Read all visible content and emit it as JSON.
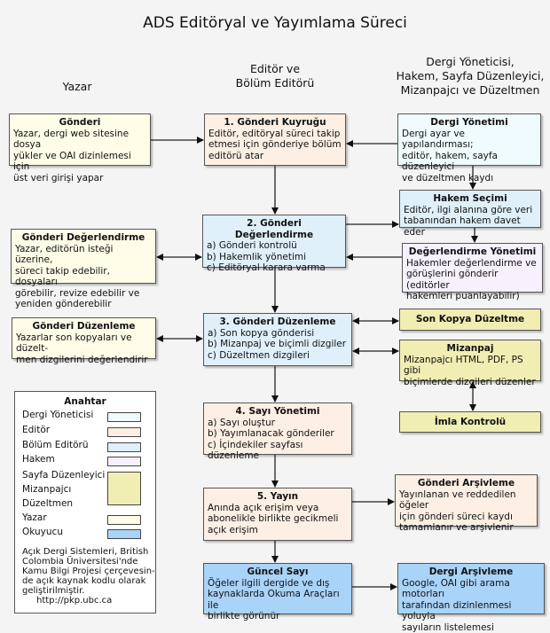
{
  "title": "ADS Editöryal ve Yayımlama Süreci",
  "columns": {
    "left": "Yazar",
    "middle": [
      "Editör ve",
      "Bölüm Editörü"
    ],
    "right": [
      "Dergi Yöneticisi,",
      "Hakem, Sayfa Düzenleyici,",
      "Mizanpajcı ve Düzeltmen"
    ]
  },
  "boxes": {
    "gonderi": {
      "title": "Gönderi",
      "lines": [
        "Yazar, dergi web sitesine dosya",
        "yükler ve OAI dizinlemesi için",
        "üst veri girişi yapar"
      ]
    },
    "kuyruk": {
      "title": "1. Gönderi Kuyruğu",
      "lines": [
        "Editör, editöryal süreci takip",
        "etmesi için gönderiye bölüm",
        "editörü atar"
      ]
    },
    "dergi_yonetimi": {
      "title": "Dergi Yönetimi",
      "lines": [
        "Dergi ayar ve yapılandırması;",
        "editör, hakem, sayfa düzenleyici",
        "ve düzeltmen kaydı"
      ]
    },
    "hakem_secimi": {
      "title": "Hakem Seçimi",
      "lines": [
        "Editör, ilgi alanına göre veri",
        "tabanından hakem davet eder"
      ]
    },
    "degerlendirme2": {
      "title": "2. Gönderi Değerlendirme",
      "lines": [
        "a) Gönderi kontrolü",
        "b) Hakemlik yönetimi",
        "c) Editöryal karara varma"
      ]
    },
    "yazar_degerlendirme": {
      "title": "Gönderi Değerlendirme",
      "lines": [
        "Yazar, editörün isteği üzerine,",
        "süreci takip edebilir, dosyaları",
        "görebilir, revize edebilir ve",
        "yeniden gönderebilir"
      ]
    },
    "degerlendirme_yonetimi": {
      "title": "Değerlendirme Yönetimi",
      "lines": [
        "Hakemler değerlendirme ve",
        "görüşlerini gönderir (editörler",
        "hakemleri puanlayabilir)"
      ]
    },
    "duzenleme3": {
      "title": "3. Gönderi Düzenleme",
      "lines": [
        "a) Son kopya gönderisi",
        "b) Mizanpaj ve biçimli dizgiler",
        "c) Düzeltmen dizgileri"
      ]
    },
    "yazar_duzenleme": {
      "title": "Gönderi Düzenleme",
      "lines": [
        "Yazarlar son kopyaları ve düzelt-",
        "men dizgilerini değerlendirir"
      ]
    },
    "son_kopya": {
      "title": "Son Kopya Düzeltme"
    },
    "mizanpaj": {
      "title": "Mizanpaj",
      "lines": [
        "Mizanpajcı HTML, PDF, PS gibi",
        "biçimlerde dizgileri düzenler"
      ]
    },
    "imla": {
      "title": "İmla Kontrolü"
    },
    "sayi4": {
      "title": "4. Sayı Yönetimi",
      "lines": [
        "a) Sayı oluştur",
        "b) Yayımlanacak gönderiler",
        "c) İçindekiler sayfası düzenleme"
      ]
    },
    "yayin5": {
      "title": "5. Yayın",
      "lines": [
        "Anında açık erişim veya",
        "abonelikle birlikte gecikmeli",
        "açık erişim"
      ]
    },
    "gonderi_arsivleme": {
      "title": "Gönderi Arşivleme",
      "lines": [
        "Yayınlanan ve reddedilen öğeler",
        "için gönderi süreci kaydı",
        "tamamlanır ve arşivlenir"
      ]
    },
    "guncel_sayi": {
      "title": "Güncel Sayı",
      "lines": [
        "Öğeler ilgili dergide ve dış",
        "kaynaklarda Okuma Araçları ile",
        "birlikte görünür"
      ]
    },
    "dergi_arsivleme": {
      "title": "Dergi Arşivleme",
      "lines": [
        "Google, OAI gibi arama motorları",
        "tarafından dizinlenmesi yoluyla",
        "sayıların listelemesi"
      ]
    }
  },
  "legend": {
    "title": "Anahtar",
    "items": [
      "Dergi Yöneticisi",
      "Editör",
      "Bölüm Editörü",
      "Hakem",
      "Sayfa Düzenleyici",
      "Mizanpajcı",
      "Düzeltmen",
      "Yazar",
      "Okuyucu"
    ],
    "colors": {
      "dergi_yoneticisi": "#effbff",
      "editor": "#fdefe3",
      "bolum_editoru": "#dff0fb",
      "hakem": "#f6f1fc",
      "sayfa_duzenleyici": "#f0eeb2",
      "yazar": "#fffde8",
      "okuyucu": "#a9d3f8"
    },
    "footer": [
      "Açık Dergi Sistemleri, British",
      "Colombia Üniversitesi'nde",
      "Kamu Bilgi Projesi çerçevesin-",
      "de açık kaynak kodlu olarak",
      "geliştirilmiştir."
    ],
    "url": "http://pkp.ubc.ca"
  }
}
